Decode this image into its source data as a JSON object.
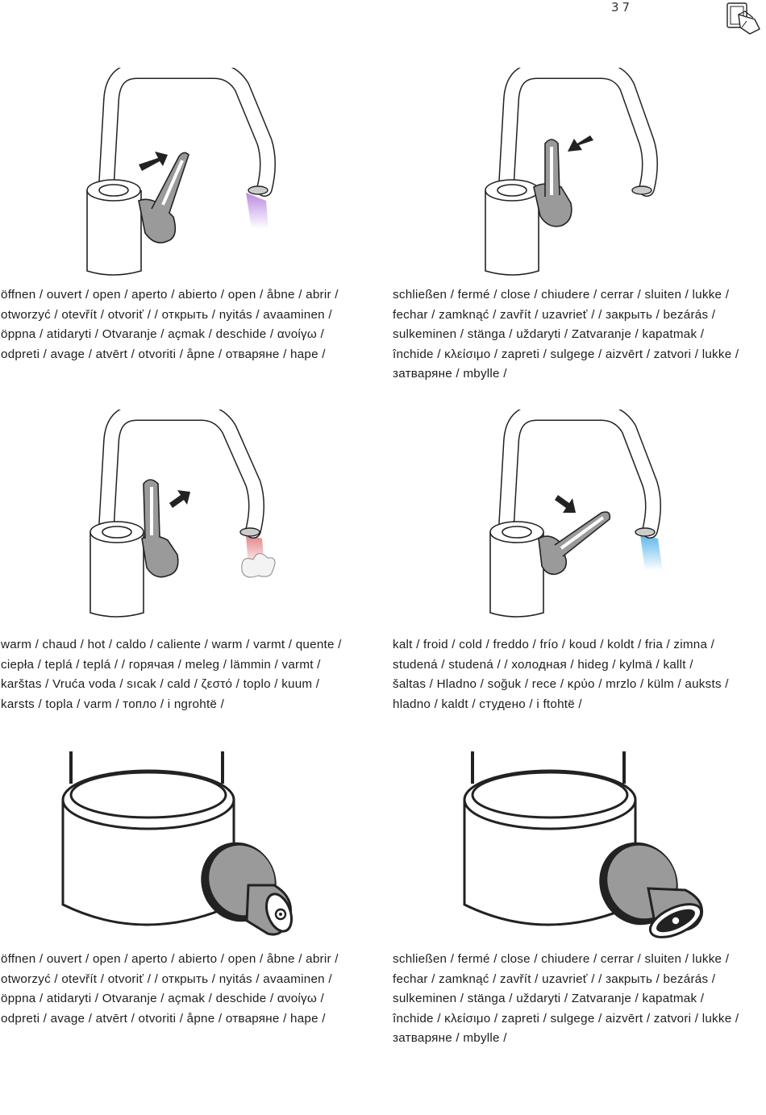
{
  "page": {
    "number": "37"
  },
  "sections": [
    {
      "id": "open",
      "lines": [
        "öffnen / ouvert / open / aperto / abierto / open / åbne / abrir /",
        "otworzyć / otevřít / otvoriť /     / открыть / nyitás / avaaminen /",
        "öppna / atidaryti / Otvaranje / açmak / deschide / ανοίγω /",
        "odpreti / avage / atvērt / otvoriti / åpne / отваряне / hape /"
      ]
    },
    {
      "id": "close",
      "lines": [
        "schließen / fermé / close / chiudere / cerrar / sluiten / lukke /",
        "fechar / zamknąć / zavřít / uzavrieť /     / закрыть / bezárás /",
        "sulkeminen / stänga / uždaryti / Zatvaranje / kapatmak /",
        "închide / κλείσιμο / zapreti / sulgege / aizvērt / zatvori / lukke /",
        "затваряне / mbylle /"
      ]
    },
    {
      "id": "hot",
      "lines": [
        "warm / chaud / hot / caldo / caliente / warm / varmt / quente /",
        "ciepła / teplá / teplá /     / горячая / meleg / lämmin / varmt /",
        "karštas / Vruća voda / sıcak / cald / ζεστό / toplo / kuum /",
        "karsts / topla / varm / топло / i ngrohtë /"
      ]
    },
    {
      "id": "cold",
      "lines": [
        "kalt / froid / cold / freddo / frío / koud / koldt / fria / zimna /",
        "studená / studená /     / холодная / hideg / kylmä / kallt /",
        "šaltas / Hladno / soğuk / rece / κρύο / mrzlo / külm / auksts /",
        "hladno / kaldt / студено / i ftohtë /"
      ]
    },
    {
      "id": "open-2",
      "lines": [
        "öffnen / ouvert / open / aperto / abierto / open / åbne / abrir /",
        "otworzyć / otevřít / otvoriť /     / открыть / nyitás / avaaminen /",
        "öppna / atidaryti / Otvaranje / açmak / deschide / ανοίγω /",
        "odpreti / avage / atvērt / otvoriti / åpne / отваряне / hape /"
      ]
    },
    {
      "id": "close-2",
      "lines": [
        "schließen / fermé / close / chiudere / cerrar / sluiten / lukke /",
        "fechar / zamknąć / zavřít / uzavrieť /     / закрыть / bezárás /",
        "sulkeminen / stänga / uždaryti / Zatvaranje / kapatmak /",
        "închide / κλείσιμο / zapreti / sulgege / aizvērt / zatvori / lukke /",
        "затваряне / mbylle /"
      ]
    }
  ],
  "colors": {
    "hot_water": "#e3a3a6",
    "cold_water": "#7fc8ef",
    "open_flow": "#c8a1e6",
    "handle": "#9a9a9a"
  }
}
